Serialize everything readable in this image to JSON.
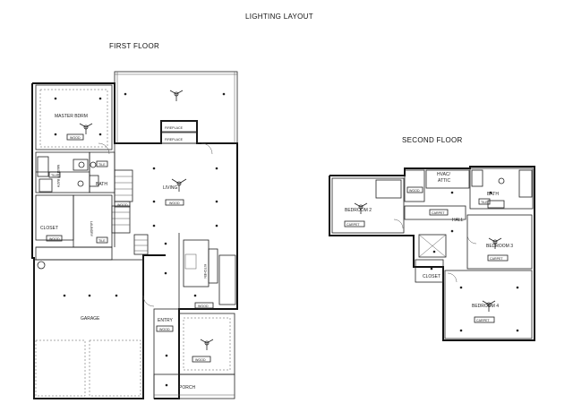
{
  "title": "LIGHTING LAYOUT",
  "first_floor": {
    "heading": "FIRST FLOOR",
    "rooms": {
      "master_bedroom": "MASTER BDRM",
      "fireplace_top": "FIREPLACE",
      "fireplace_bottom": "FIREPLACE",
      "master_bath": "MASTER BATH",
      "bath": "BATH",
      "living": "LIVING",
      "laundry": "LAUNDRY",
      "closet": "CLOSET",
      "kitchen": "KITCHEN",
      "garage": "GARAGE",
      "entry": "ENTRY",
      "porch": "PORCH"
    },
    "tags": {
      "wood": "WOOD",
      "tile": "TILE",
      "carpet": "CARPET"
    }
  },
  "second_floor": {
    "heading": "SECOND FLOOR",
    "rooms": {
      "hvac_attic": "HVAC/\nATTIC",
      "hvac": "HVAC/",
      "attic": "ATTIC",
      "bedroom2": "BEDROOM 2",
      "bath": "BATH",
      "hall": "HALL",
      "bedroom3": "BEDROOM 3",
      "closet": "CLOSET",
      "bedroom4": "BEDROOM 4"
    },
    "tags": {
      "carpet": "CARPET",
      "wood": "WOOD",
      "tile": "TILE"
    }
  }
}
